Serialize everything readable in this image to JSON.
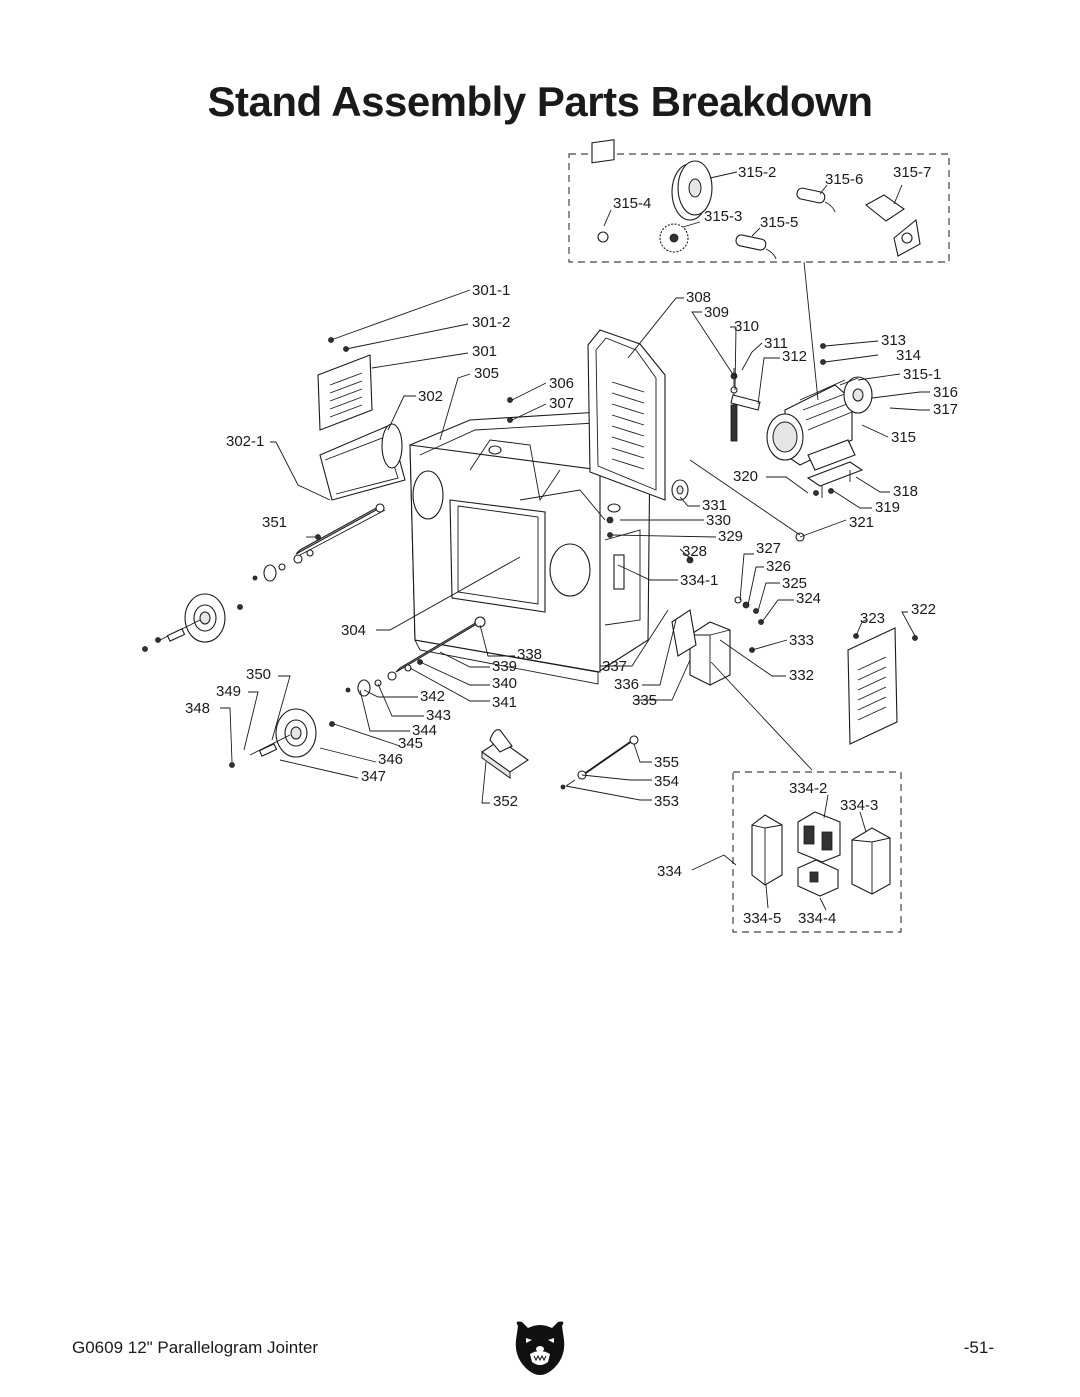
{
  "title": "Stand Assembly Parts Breakdown",
  "callouts": {
    "c301_1": "301-1",
    "c301_2": "301-2",
    "c301": "301",
    "c305": "305",
    "c302": "302",
    "c302_1": "302-1",
    "c306": "306",
    "c307": "307",
    "c308": "308",
    "c309": "309",
    "c310": "310",
    "c311": "311",
    "c312": "312",
    "c313": "313",
    "c314": "314",
    "c315_1": "315-1",
    "c316": "316",
    "c317": "317",
    "c315": "315",
    "c315_2": "315-2",
    "c315_3": "315-3",
    "c315_4": "315-4",
    "c315_5": "315-5",
    "c315_6": "315-6",
    "c315_7": "315-7",
    "c320": "320",
    "c318": "318",
    "c319": "319",
    "c321": "321",
    "c331": "331",
    "c330": "330",
    "c329": "329",
    "c328": "328",
    "c327": "327",
    "c326": "326",
    "c325": "325",
    "c324": "324",
    "c334_1": "334-1",
    "c323": "323",
    "c322": "322",
    "c333": "333",
    "c332": "332",
    "c351": "351",
    "c304": "304",
    "c338": "338",
    "c339": "339",
    "c340": "340",
    "c341": "341",
    "c337": "337",
    "c336": "336",
    "c335": "335",
    "c350": "350",
    "c349": "349",
    "c348": "348",
    "c342": "342",
    "c343": "343",
    "c344": "344",
    "c345": "345",
    "c346": "346",
    "c347": "347",
    "c352": "352",
    "c355": "355",
    "c354": "354",
    "c353": "353",
    "c334_2": "334-2",
    "c334_3": "334-3",
    "c334": "334",
    "c334_5": "334-5",
    "c334_4": "334-4"
  },
  "footer": {
    "manual": "G0609 12\" Parallelogram Jointer",
    "page_number": "-51-",
    "logo_icon": "grizzly-bear-logo-icon"
  }
}
